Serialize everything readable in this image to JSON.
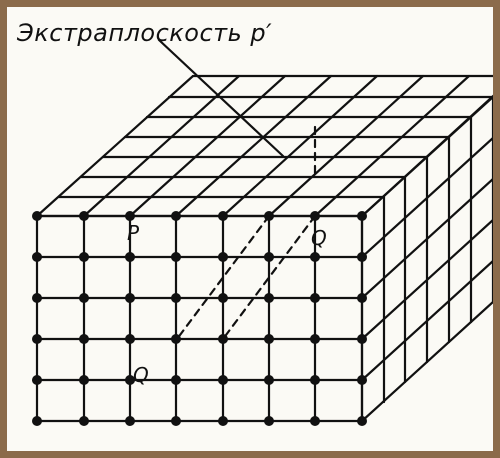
{
  "caption": "Экстраплоскость",
  "caption_symbol": "p′",
  "points": {
    "p": "P",
    "q_top": "Q",
    "q_bottom": "Q"
  },
  "colors": {
    "frame": "#8b6b4b",
    "paper": "#fbfaf5",
    "ink": "#111111"
  }
}
